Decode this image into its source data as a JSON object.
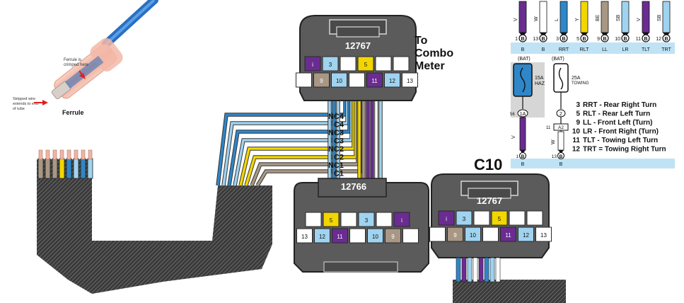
{
  "colors": {
    "purple": "#6a2c91",
    "yellow": "#f2d600",
    "blue": "#2f86c8",
    "light_blue": "#9fd3f0",
    "tan": "#a89784",
    "white": "#ffffff",
    "black": "#111111",
    "connector": "#5b5b5b",
    "ribbon": "#3a3a3a",
    "bus": "#bfe3f5"
  },
  "ferrule": {
    "annotation_top": "Ferrule is\ncrimped here",
    "annotation_bottom": "Stripped wire\nextends to end\nof tube",
    "label": "Ferrule"
  },
  "top_connector": {
    "code": "12767",
    "destination": [
      "To",
      "Combo",
      "Meter"
    ],
    "pins": [
      {
        "num": "i",
        "color": "purple"
      },
      {
        "num": "3",
        "color": "light_blue"
      },
      {
        "num": "",
        "color": "white"
      },
      {
        "num": "5",
        "color": "yellow"
      },
      {
        "num": "",
        "color": "white"
      },
      {
        "num": "",
        "color": "white"
      },
      {
        "num": "",
        "color": "white"
      },
      {
        "num": "9",
        "color": "tan"
      },
      {
        "num": "10",
        "color": "light_blue"
      },
      {
        "num": "",
        "color": "white"
      },
      {
        "num": "11",
        "color": "purple"
      },
      {
        "num": "12",
        "color": "light_blue"
      },
      {
        "num": "13",
        "color": "white"
      }
    ]
  },
  "wire_labels": [
    "NC4",
    "C4",
    "NC3",
    "C3",
    "NC2",
    "C2",
    "NC1",
    "C1"
  ],
  "bottom_left_connector": {
    "code": "12766",
    "pins": [
      {
        "num": "",
        "color": "white"
      },
      {
        "num": "5",
        "color": "yellow"
      },
      {
        "num": "",
        "color": "white"
      },
      {
        "num": "3",
        "color": "light_blue"
      },
      {
        "num": "",
        "color": "white"
      },
      {
        "num": "i",
        "color": "purple"
      },
      {
        "num": "13",
        "color": "white"
      },
      {
        "num": "12",
        "color": "light_blue"
      },
      {
        "num": "11",
        "color": "purple"
      },
      {
        "num": "",
        "color": "white"
      },
      {
        "num": "10",
        "color": "light_blue"
      },
      {
        "num": "9",
        "color": "tan"
      },
      {
        "num": "",
        "color": "white"
      }
    ]
  },
  "bottom_right_connector": {
    "code": "12767",
    "pins": [
      {
        "num": "i",
        "color": "purple"
      },
      {
        "num": "3",
        "color": "light_blue"
      },
      {
        "num": "",
        "color": "white"
      },
      {
        "num": "5",
        "color": "yellow"
      },
      {
        "num": "",
        "color": "white"
      },
      {
        "num": "",
        "color": "white"
      },
      {
        "num": "",
        "color": "white"
      },
      {
        "num": "9",
        "color": "tan"
      },
      {
        "num": "10",
        "color": "light_blue"
      },
      {
        "num": "",
        "color": "white"
      },
      {
        "num": "11",
        "color": "purple"
      },
      {
        "num": "12",
        "color": "light_blue"
      },
      {
        "num": "13",
        "color": "white"
      }
    ]
  },
  "c10_label": "C10",
  "schematic": {
    "top_pins": [
      {
        "wire": "V",
        "num": "1",
        "name": "B",
        "color": "purple"
      },
      {
        "wire": "W",
        "num": "13",
        "name": "B",
        "color": "white"
      },
      {
        "wire": "L",
        "num": "3",
        "name": "RRT",
        "color": "blue"
      },
      {
        "wire": "Y",
        "num": "5",
        "name": "RLT",
        "color": "yellow"
      },
      {
        "wire": "BE",
        "num": "9",
        "name": "LL",
        "color": "tan"
      },
      {
        "wire": "SB",
        "num": "10",
        "name": "LR",
        "color": "light_blue"
      },
      {
        "wire": "V",
        "num": "11",
        "name": "TLT",
        "color": "purple"
      },
      {
        "wire": "SB",
        "num": "12",
        "name": "TRT",
        "color": "light_blue"
      }
    ],
    "pin_badge": "B",
    "bat_left": "(BAT)",
    "bat_right": "(BAT)",
    "fuse_left": [
      "15A",
      "HAZ"
    ],
    "fuse_right": [
      "25A",
      "TOWING"
    ],
    "junction_left_num": "56",
    "junction_left": "1A",
    "junction_right": "2",
    "connector_mid_num": "11",
    "connector_mid": "A2",
    "wire_left": "V",
    "wire_right": "W",
    "bottom_pins": [
      {
        "num": "1",
        "name": "B"
      },
      {
        "num": "13",
        "name": "B"
      }
    ],
    "legend": [
      {
        "num": "3",
        "text": "RRT - Rear Right Turn"
      },
      {
        "num": "5",
        "text": "RLT - Rear Left Turn"
      },
      {
        "num": "9",
        "text": "LL - Front Left (Turn)"
      },
      {
        "num": "10",
        "text": "LR - Front Right (Turn)"
      },
      {
        "num": "11",
        "text": "TLT - Towing Left Turn"
      },
      {
        "num": "12",
        "text": "TRT = Towing Right Turn"
      }
    ]
  }
}
